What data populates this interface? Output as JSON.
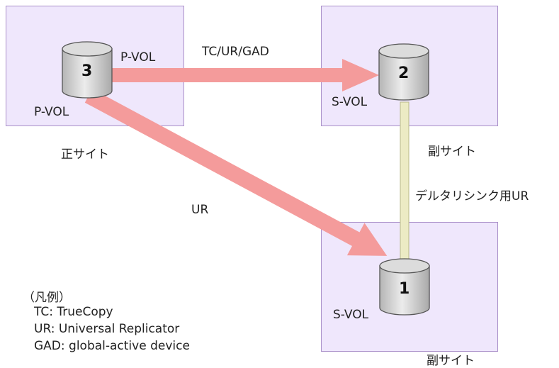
{
  "sites": {
    "main": {
      "label": "正サイト"
    },
    "secondary_upper": {
      "label": "副サイト"
    },
    "secondary_lower": {
      "label": "副サイト"
    }
  },
  "volumes": {
    "vol3": {
      "number": "3",
      "label_right": "P-VOL",
      "label_below": "P-VOL"
    },
    "vol2": {
      "number": "2",
      "label": "S-VOL"
    },
    "vol1": {
      "number": "1",
      "label": "S-VOL"
    }
  },
  "links": {
    "upper": "TC/UR/GAD",
    "diagonal": "UR",
    "delta": "デルタリシンク用UR"
  },
  "legend": {
    "title": "（凡例）",
    "items": [
      "TC: TrueCopy",
      "UR: Universal Replicator",
      "GAD: global-active device"
    ]
  },
  "colors": {
    "site_fill": "#efe7fc",
    "site_border": "#a98fc9",
    "arrow": "#f49b9b",
    "delta_line": "#ecebc4",
    "cylinder": "#c9c9c9"
  }
}
